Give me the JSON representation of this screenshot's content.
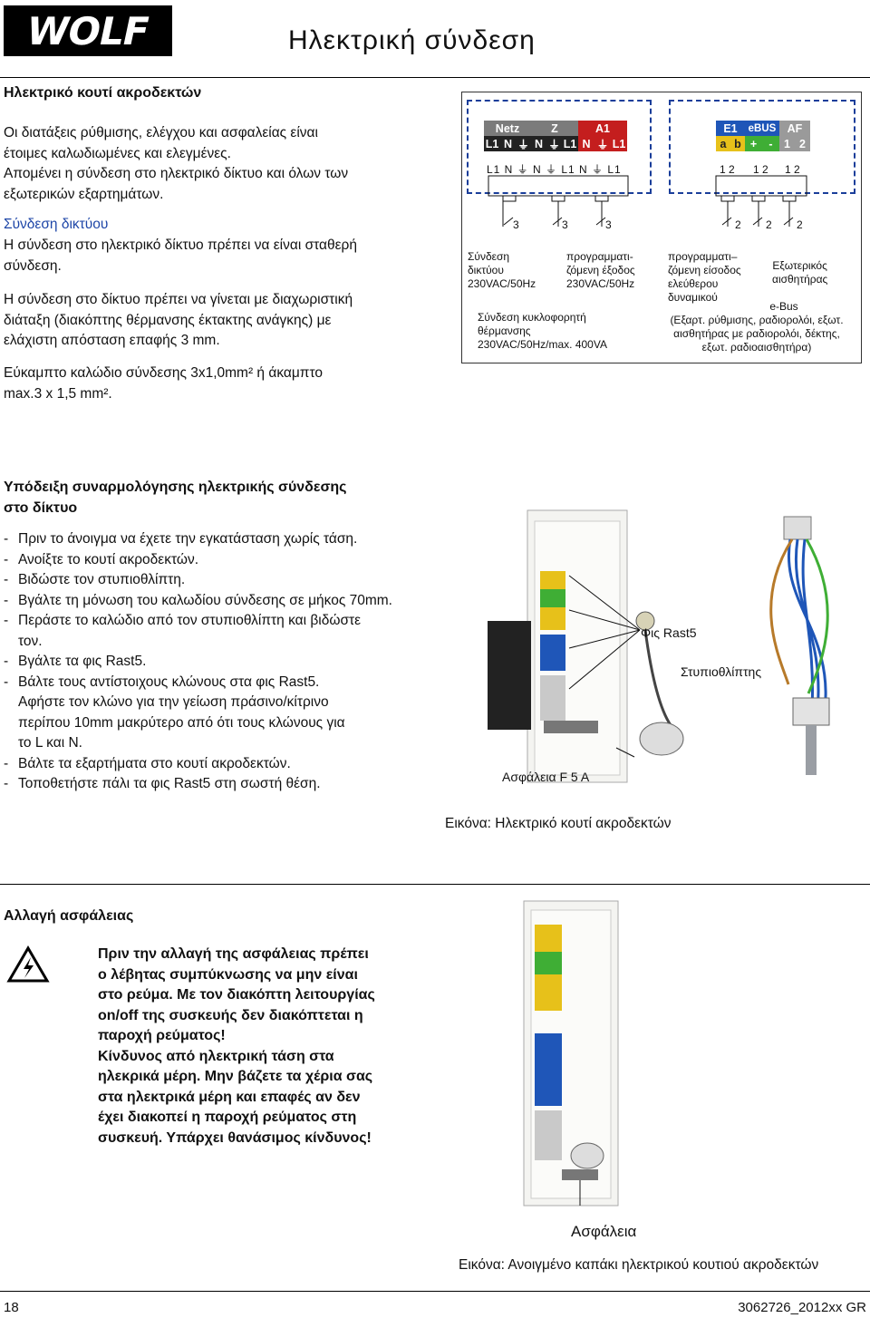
{
  "header": {
    "logo": "WOLF",
    "title": "Ηλεκτρική σύνδεση"
  },
  "intro": {
    "heading": "Ηλεκτρικό κουτί ακροδεκτών",
    "para1": [
      "Οι διατάξεις ρύθμισης, ελέγχου και ασφαλείας είναι",
      "έτοιμες καλωδιωμένες και ελεγμένες.",
      "Απομένει η σύνδεση στο ηλεκτρικό δίκτυο και όλων των",
      "εξωτερικών εξαρτημάτων."
    ],
    "net_heading": "Σύνδεση δικτύου",
    "para2": [
      "Η σύνδεση στο ηλεκτρικό δίκτυο πρέπει να είναι σταθερή",
      "σύνδεση."
    ],
    "para3": [
      "Η σύνδεση στο δίκτυο πρέπει να γίνεται με διαχωριστική",
      "διάταξη (διακόπτης θέρμανσης έκτακτης ανάγκης) με",
      "ελάχιστη απόσταση επαφής 3 mm."
    ],
    "para4": [
      "Εύκαμπτο καλώδιο σύνδεσης 3x1,0mm² ή άκαμπτο",
      "max.3 x 1,5 mm²."
    ]
  },
  "diagram": {
    "groups": [
      "Netz",
      "Z",
      "A1",
      "E1",
      "eBUS",
      "AF"
    ],
    "left_terms": [
      "L1",
      "N",
      "⏚",
      "N",
      "⏚",
      "L1",
      "N",
      "⏚",
      "L1"
    ],
    "right_terms": [
      "a",
      "b",
      "+",
      "-",
      "1",
      "2"
    ],
    "small_left": "L1 N  ⏚   N ⏚ L1  N ⏚ L1",
    "small_right": [
      "1  2",
      "1  2",
      "1  2"
    ],
    "wire_left": [
      "3",
      "3",
      "3"
    ],
    "wire_right": [
      "2",
      "2",
      "2"
    ],
    "lbl_net": [
      "Σύνδεση",
      "δικτύου",
      "230VAC/50Hz"
    ],
    "lbl_out": [
      "προγραμματι-",
      "ζόμενη έξοδος",
      "230VAC/50Hz"
    ],
    "lbl_pump": [
      "Σύνδεση κυκλοφορητή",
      "θέρμανσης",
      "230VAC/50Hz/max. 400VA"
    ],
    "lbl_in": [
      "προγραμματι–",
      "ζόμενη είσοδος",
      "ελεύθερου",
      "δυναμικού"
    ],
    "lbl_sensor": [
      "Εξωτερικός",
      "αισθητήρας"
    ],
    "lbl_ebus": [
      "e-Bus",
      "(Εξαρτ. ρύθμισης, ραδιορολόι, εξωτ.",
      "αισθητήρας με ραδιορολόι, δέκτης,",
      "εξωτ. ραδιοαισθητήρα)"
    ]
  },
  "assembly": {
    "heading": [
      "Υπόδειξη συναρμολόγησης ηλεκτρικής σύνδεσης",
      "στο δίκτυο"
    ],
    "steps": [
      [
        "Πριν το άνοιγμα να έχετε την εγκατάσταση χωρίς τάση."
      ],
      [
        "Ανοίξτε το κουτί ακροδεκτών."
      ],
      [
        "Βιδώστε τον στυπιοθλίπτη."
      ],
      [
        "Βγάλτε τη μόνωση του καλωδίου σύνδεσης σε μήκος 70mm."
      ],
      [
        "Περάστε το καλώδιο από τον στυπιοθλίπτη και βιδώστε",
        "τον."
      ],
      [
        "Βγάλτε τα φις Rast5."
      ],
      [
        "Βάλτε τους αντίστοιχους κλώνους στα φις Rast5.",
        "Αφήστε τον κλώνο για την γείωση πράσινο/κίτρινο",
        "περίπου 10mm μακρύτερο από ότι τους κλώνους για",
        "το L και N."
      ],
      [
        "Βάλτε τα εξαρτήματα στο κουτί ακροδεκτών."
      ],
      [
        "Τοποθετήστε πάλι τα φις Rast5 στη σωστή θέση."
      ]
    ],
    "photo_labels": {
      "plug": "Φις Rast5",
      "gland": "Στυπιοθλίπτης",
      "fuse": "Ασφάλεια F 5 A"
    },
    "caption": "Εικόνα: Ηλεκτρικό κουτί ακροδεκτών"
  },
  "fuse": {
    "heading": "Αλλαγή ασφάλειας",
    "warning": [
      "Πριν την αλλαγή της ασφάλειας πρέπει",
      "ο λέβητας συμπύκνωσης να μην είναι",
      "στο ρεύμα. Με τον διακόπτη λειτουργίας",
      "on/off της συσκευής δεν διακόπτεται η",
      "παροχή ρεύματος!",
      "Κίνδυνος από ηλεκτρική τάση στα",
      "ηλεκρικά μέρη. Μην βάζετε τα χέρια σας",
      "στα ηλεκτρικά μέρη και επαφές αν δεν",
      "έχει διακοπεί η παροχή ρεύματος στη",
      "συσκευή. Υπάρχει θανάσιμος κίνδυνος!"
    ],
    "photo_label": "Ασφάλεια",
    "caption": "Εικόνα: Ανοιγμένο καπάκι ηλεκτρικού κουτιού ακροδεκτών"
  },
  "footer": {
    "page": "18",
    "doc": "3062726_2012xx GR"
  }
}
